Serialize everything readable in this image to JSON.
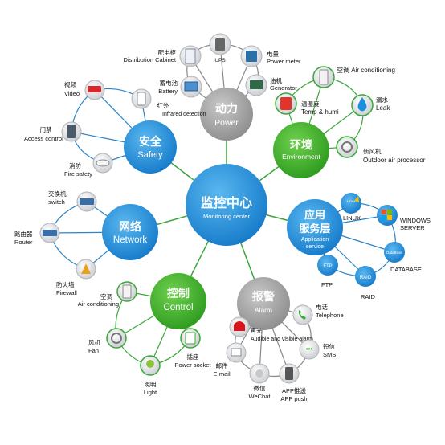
{
  "colors": {
    "blue": "#1e90dd",
    "green": "#3cad2a",
    "gray": "#9a9a9a",
    "line_green": "#3aa63a",
    "line_blue": "#2a84c8",
    "line_gray": "#8a8a8a"
  },
  "center": {
    "zh": "监控中心",
    "en": "Monitoring center"
  },
  "hubs": {
    "power": {
      "zh": "动力",
      "en": "Power"
    },
    "environment": {
      "zh": "环境",
      "en": "Environment"
    },
    "application": {
      "zh": "应用服务层",
      "zh1": "应用",
      "zh2": "服务层",
      "en1": "Application",
      "en2": "service"
    },
    "alarm": {
      "zh": "报警",
      "en": "Alarm"
    },
    "control": {
      "zh": "控制",
      "en": "Control"
    },
    "network": {
      "zh": "网络",
      "en": "Network"
    },
    "safety": {
      "zh": "安全",
      "en": "Safety"
    }
  },
  "power_items": {
    "ups": {
      "en": "UPS"
    },
    "distribution": {
      "zh": "配电柜",
      "en": "Distribution Cabinet"
    },
    "meter": {
      "zh": "电量",
      "en": "Power meter"
    },
    "battery": {
      "zh": "蓄电池",
      "en": "Battery"
    },
    "generator": {
      "zh": "油机",
      "en": "Generator"
    }
  },
  "environment_items": {
    "aircon": {
      "zh": "空调",
      "en": "Air conditioning"
    },
    "temp": {
      "zh": "温湿度",
      "en": "Temp & humi"
    },
    "leak": {
      "zh": "漏水",
      "en": "Leak"
    },
    "fresh": {
      "zh": "新风机",
      "en": "Outdoor air processor"
    }
  },
  "application_items": {
    "linux": {
      "en": "LINUX",
      "icon": "Linux"
    },
    "windows": {
      "en1": "WINDOWS",
      "en2": "SERVER"
    },
    "database": {
      "en": "DATABASE",
      "icon": "DataBase"
    },
    "raid": {
      "en": "RAID",
      "icon": "RAID"
    },
    "ftp": {
      "en": "FTP",
      "icon": "FTP"
    }
  },
  "alarm_items": {
    "telephone": {
      "zh": "电话",
      "en": "Telephone"
    },
    "audible": {
      "zh": "声光",
      "en": "Audible and visible alarm"
    },
    "sms": {
      "zh": "短信",
      "en": "SMS"
    },
    "email": {
      "zh": "邮件",
      "en": "E-mail"
    },
    "wechat": {
      "zh": "微信",
      "en": "WeChat"
    },
    "apppush": {
      "zh": "APP推送",
      "en": "APP push"
    }
  },
  "control_items": {
    "aircon": {
      "zh": "空调",
      "en": "Air conditioning"
    },
    "fan": {
      "zh": "风机",
      "en": "Fan"
    },
    "socket": {
      "zh": "插座",
      "en": "Power socket"
    },
    "light": {
      "zh": "照明",
      "en": "Light"
    }
  },
  "network_items": {
    "switch": {
      "zh": "交换机",
      "en": "switch"
    },
    "router": {
      "zh": "路由器",
      "en": "Router"
    },
    "firewall": {
      "zh": "防火墙",
      "en": "Firewall"
    }
  },
  "safety_items": {
    "video": {
      "zh": "视频",
      "en": "Video"
    },
    "infrared": {
      "zh": "红外",
      "en": "Infrared detection"
    },
    "access": {
      "zh": "门禁",
      "en": "Access control"
    },
    "fire": {
      "zh": "消防",
      "en": "Fire safety"
    }
  }
}
